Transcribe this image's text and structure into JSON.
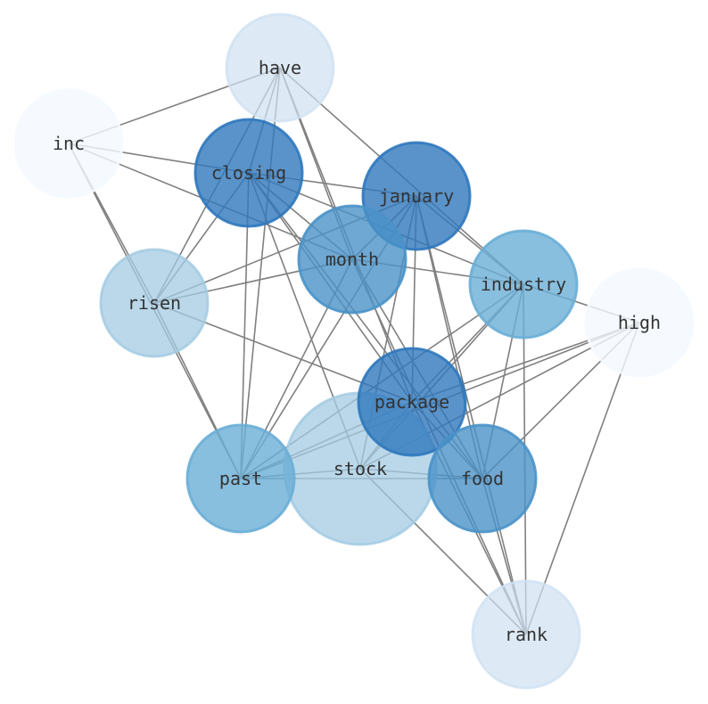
{
  "nodes": [
    {
      "id": "have",
      "label": "have",
      "color": "#cfe1f2",
      "fill_opacity": 0.7,
      "size_rank": 1
    },
    {
      "id": "inc",
      "label": "inc",
      "color": "#f4f9ff",
      "fill_opacity": 0.8,
      "size_rank": 1
    },
    {
      "id": "closing",
      "label": "closing",
      "color": "#2f78bd",
      "fill_opacity": 0.8,
      "size_rank": 1
    },
    {
      "id": "january",
      "label": "january",
      "color": "#2f78bd",
      "fill_opacity": 0.8,
      "size_rank": 1
    },
    {
      "id": "month",
      "label": "month",
      "color": "#4a92c8",
      "fill_opacity": 0.8,
      "size_rank": 1
    },
    {
      "id": "industry",
      "label": "industry",
      "color": "#6aaed6",
      "fill_opacity": 0.8,
      "size_rank": 1
    },
    {
      "id": "risen",
      "label": "risen",
      "color": "#a3cbe3",
      "fill_opacity": 0.75,
      "size_rank": 1
    },
    {
      "id": "high",
      "label": "high",
      "color": "#f4f9ff",
      "fill_opacity": 0.8,
      "size_rank": 1
    },
    {
      "id": "stock",
      "label": "stock",
      "color": "#a3cbe3",
      "fill_opacity": 0.75,
      "size_rank": 1.4
    },
    {
      "id": "package",
      "label": "package",
      "color": "#2f78bd",
      "fill_opacity": 0.8,
      "size_rank": 1
    },
    {
      "id": "past",
      "label": "past",
      "color": "#6aaed6",
      "fill_opacity": 0.8,
      "size_rank": 1
    },
    {
      "id": "food",
      "label": "food",
      "color": "#4a92c8",
      "fill_opacity": 0.8,
      "size_rank": 1
    },
    {
      "id": "rank",
      "label": "rank",
      "color": "#cfe1f2",
      "fill_opacity": 0.7,
      "size_rank": 1
    }
  ],
  "edges": [
    [
      "have",
      "inc"
    ],
    [
      "have",
      "closing"
    ],
    [
      "have",
      "risen"
    ],
    [
      "have",
      "past"
    ],
    [
      "have",
      "month"
    ],
    [
      "have",
      "industry"
    ],
    [
      "have",
      "package"
    ],
    [
      "inc",
      "closing"
    ],
    [
      "inc",
      "month"
    ],
    [
      "inc",
      "past"
    ],
    [
      "inc",
      "risen"
    ],
    [
      "closing",
      "january"
    ],
    [
      "closing",
      "month"
    ],
    [
      "closing",
      "industry"
    ],
    [
      "closing",
      "risen"
    ],
    [
      "closing",
      "past"
    ],
    [
      "closing",
      "stock"
    ],
    [
      "closing",
      "package"
    ],
    [
      "closing",
      "food"
    ],
    [
      "january",
      "month"
    ],
    [
      "january",
      "risen"
    ],
    [
      "january",
      "past"
    ],
    [
      "january",
      "stock"
    ],
    [
      "january",
      "food"
    ],
    [
      "january",
      "rank"
    ],
    [
      "january",
      "industry"
    ],
    [
      "january",
      "package"
    ],
    [
      "month",
      "risen"
    ],
    [
      "month",
      "industry"
    ],
    [
      "month",
      "food"
    ],
    [
      "month",
      "past"
    ],
    [
      "month",
      "rank"
    ],
    [
      "industry",
      "package"
    ],
    [
      "industry",
      "stock"
    ],
    [
      "industry",
      "food"
    ],
    [
      "industry",
      "rank"
    ],
    [
      "industry",
      "high"
    ],
    [
      "industry",
      "past"
    ],
    [
      "risen",
      "package"
    ],
    [
      "risen",
      "past"
    ],
    [
      "high",
      "package"
    ],
    [
      "high",
      "stock"
    ],
    [
      "high",
      "food"
    ],
    [
      "high",
      "rank"
    ],
    [
      "high",
      "past"
    ],
    [
      "stock",
      "past"
    ],
    [
      "stock",
      "food"
    ],
    [
      "stock",
      "rank"
    ],
    [
      "stock",
      "package"
    ],
    [
      "package",
      "food"
    ],
    [
      "package",
      "past"
    ],
    [
      "package",
      "rank"
    ],
    [
      "past",
      "food"
    ],
    [
      "food",
      "rank"
    ]
  ]
}
